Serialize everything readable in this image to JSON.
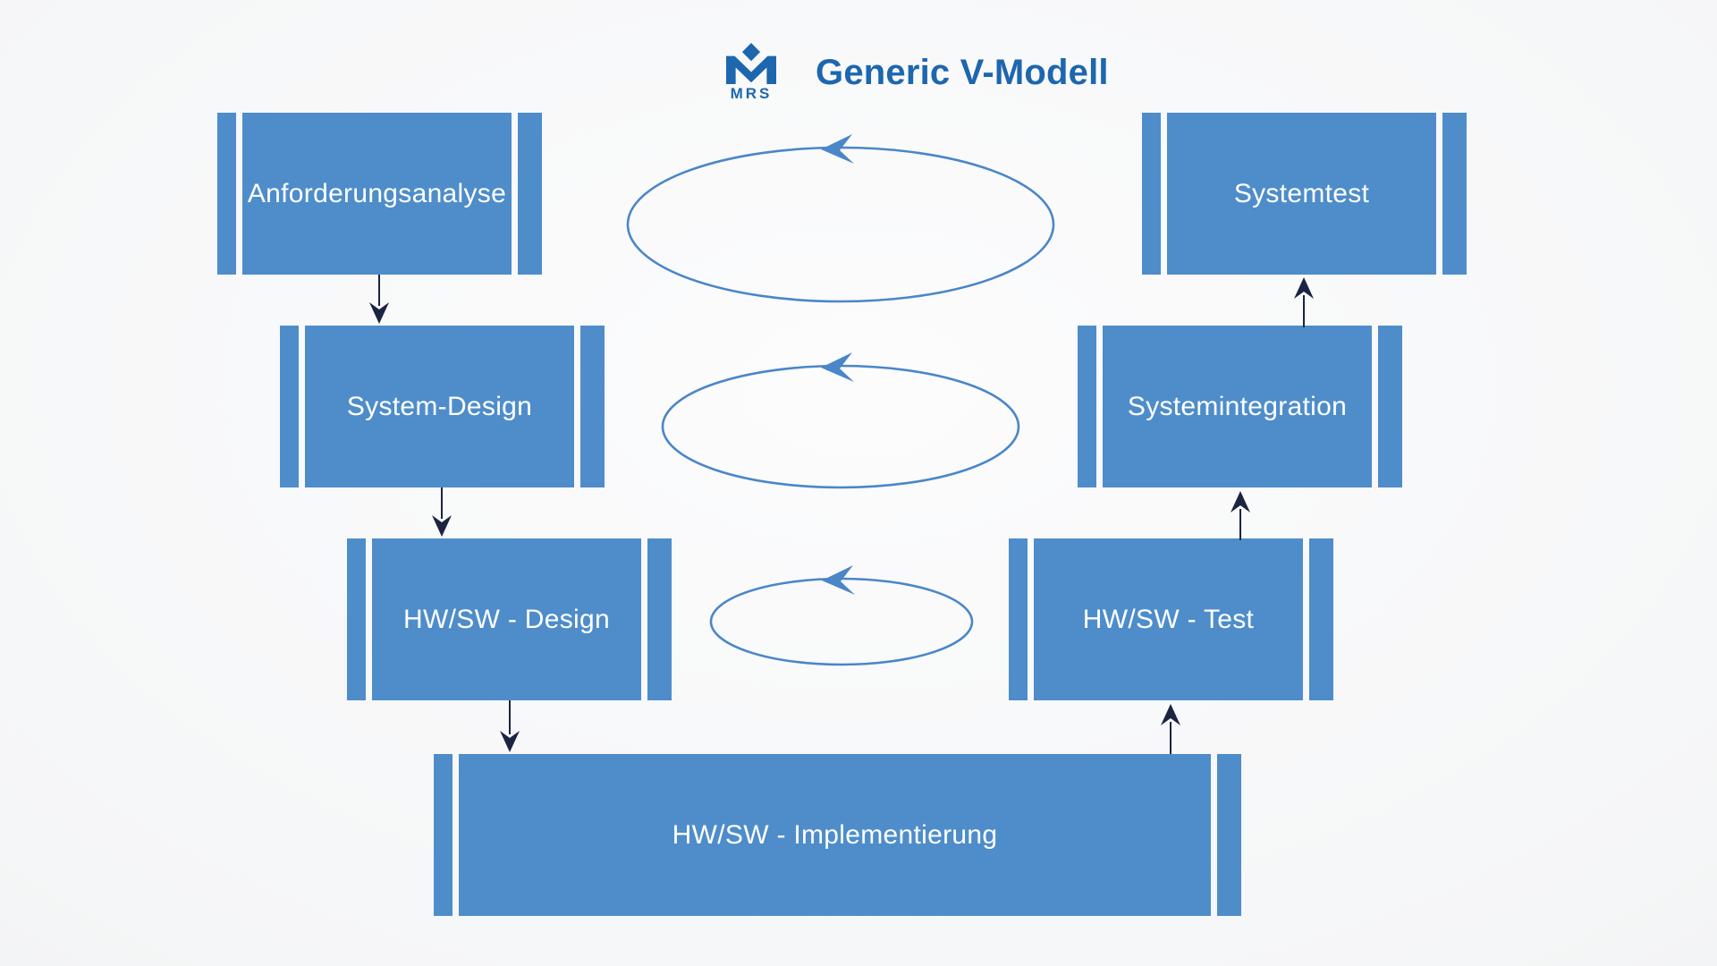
{
  "header": {
    "logo_text": "MRS",
    "title": "Generic V-Modell"
  },
  "colors": {
    "box_blue": "#4e8dca",
    "accent_blue": "#1c67ae",
    "arrow_dark": "#1b2441",
    "ellipse_stroke": "#4a86c8",
    "box_text": "#ffffff"
  },
  "nodes": [
    {
      "label": "Anforderungsanalyse"
    },
    {
      "label": "System-Design"
    },
    {
      "label": "HW/SW - Design"
    },
    {
      "label": "Systemtest"
    },
    {
      "label": "Systemintegration"
    },
    {
      "label": "HW/SW - Test"
    },
    {
      "label": "HW/SW - Implementierung"
    }
  ],
  "edges": [
    {
      "from": "Anforderungsanalyse",
      "to": "System-Design",
      "direction": "down"
    },
    {
      "from": "System-Design",
      "to": "HW/SW - Design",
      "direction": "down"
    },
    {
      "from": "HW/SW - Design",
      "to": "HW/SW - Implementierung",
      "direction": "down"
    },
    {
      "from": "HW/SW - Implementierung",
      "to": "HW/SW - Test",
      "direction": "up"
    },
    {
      "from": "HW/SW - Test",
      "to": "Systemintegration",
      "direction": "up"
    },
    {
      "from": "Systemintegration",
      "to": "Systemtest",
      "direction": "up"
    }
  ],
  "iteration_loops": [
    {
      "row": 1,
      "between": [
        "Anforderungsanalyse",
        "Systemtest"
      ]
    },
    {
      "row": 2,
      "between": [
        "System-Design",
        "Systemintegration"
      ]
    },
    {
      "row": 3,
      "between": [
        "HW/SW - Design",
        "HW/SW - Test"
      ]
    }
  ]
}
